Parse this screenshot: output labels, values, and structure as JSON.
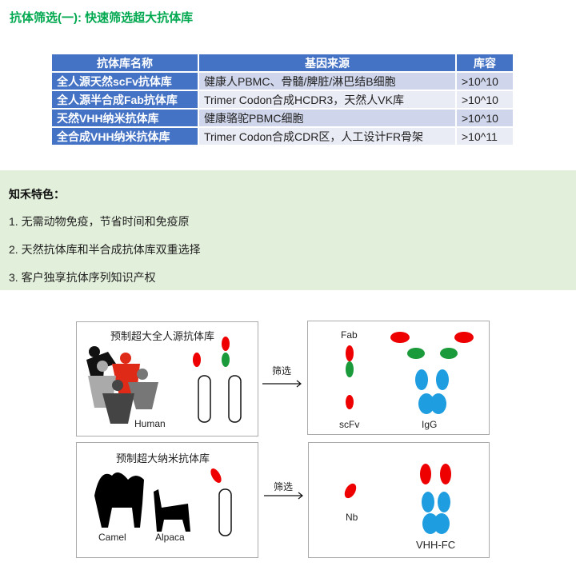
{
  "title": "抗体筛选(一): 快速筛选超大抗体库",
  "table": {
    "headers": [
      "抗体库名称",
      "基因来源",
      "库容"
    ],
    "rows": [
      {
        "name": "全人源天然scFv抗体库",
        "source": "健康人PBMC、骨髓/脾脏/淋巴结B细胞",
        "capacity": ">10^10"
      },
      {
        "name": "全人源半合成Fab抗体库",
        "source": "Trimer Codon合成HCDR3，天然人VK库",
        "capacity": ">10^10"
      },
      {
        "name": "天然VHH纳米抗体库",
        "source": "健康骆驼PBMC细胞",
        "capacity": ">10^10"
      },
      {
        "name": "全合成VHH纳米抗体库",
        "source": "Trimer Codon合成CDR区，人工设计FR骨架",
        "capacity": ">10^11"
      }
    ]
  },
  "features": {
    "heading": "知禾特色：",
    "items": [
      "1.  无需动物免疫，节省时间和免疫原",
      "2.  天然抗体库和半合成抗体库双重选择",
      "3.  客户独享抗体序列知识产权"
    ]
  },
  "figure": {
    "human_title": "预制超大全人源抗体库",
    "human": "Human",
    "screen": "筛选",
    "fab": "Fab",
    "scfv": "scFv",
    "igg": "IgG",
    "nano_title": "预制超大纳米抗体库",
    "camel": "Camel",
    "alpaca": "Alpaca",
    "nb": "Nb",
    "vhhfc": "VHH-FC"
  },
  "colors": {
    "title": "#00a84f",
    "header": "#4472c4",
    "feature_bg": "#e2efda"
  }
}
